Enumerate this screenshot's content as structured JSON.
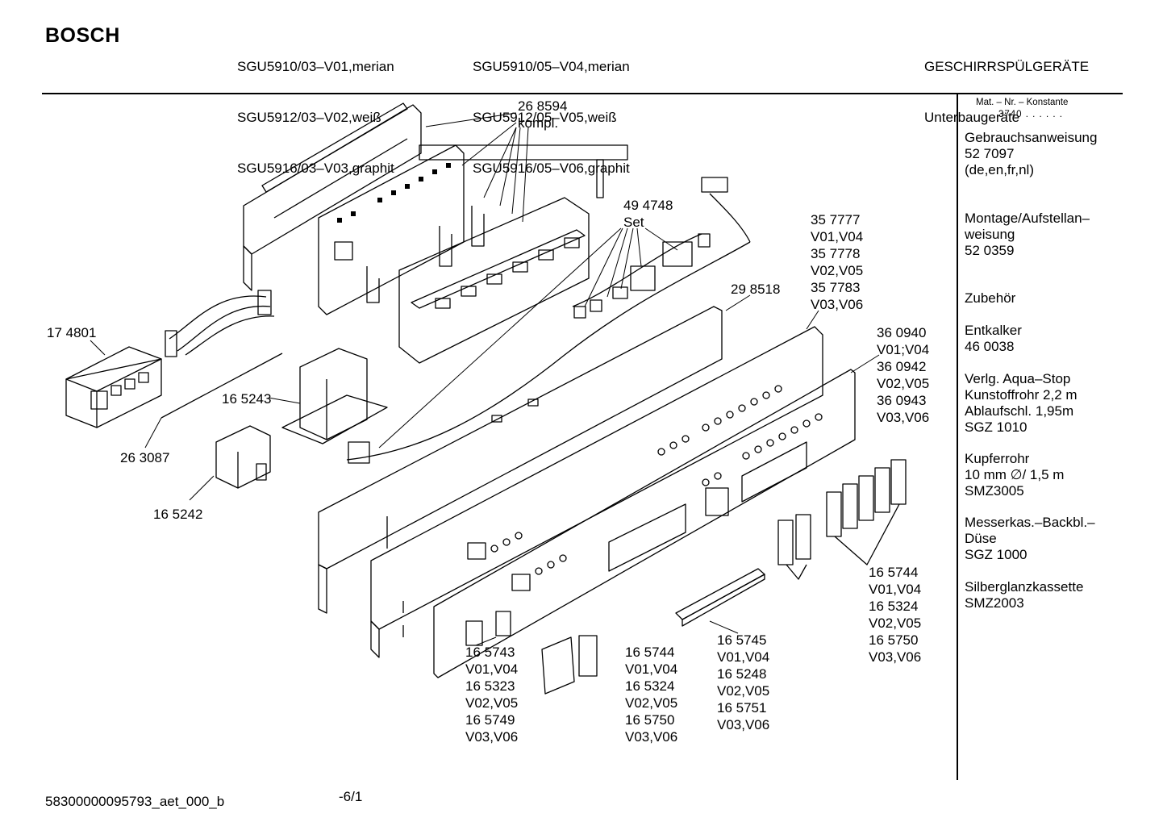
{
  "header": {
    "brand": "BOSCH",
    "models_col1": [
      "SGU5910/03–V01,merian",
      "SGU5912/03–V02,weiß",
      "SGU5916/03–V03,graphit"
    ],
    "models_col2": [
      "SGU5910/05–V04,merian",
      "SGU5912/05–V05,weiß",
      "SGU5916/05–V06,graphit"
    ],
    "category": "GESCHIRRSPÜLGERÄTE",
    "subcategory": "Unterbaugeräte"
  },
  "sidebar": {
    "konstante_label": "Mat. – Nr. – Konstante",
    "konstante_value": "3740 . . . . . .",
    "blocks": [
      [
        "Gebrauchsanweisung",
        "52 7097",
        "(de,en,fr,nl)"
      ],
      [
        "Montage/Aufstellan–",
        "weisung",
        "52 0359"
      ],
      [
        "Zubehör"
      ],
      [
        "Entkalker",
        "46 0038"
      ],
      [
        "Verlg. Aqua–Stop",
        "Kunstoffrohr 2,2 m",
        "Ablaufschl. 1,95m",
        "SGZ 1010"
      ],
      [
        "Kupferrohr",
        "10 mm ∅/ 1,5 m",
        "SMZ3005"
      ],
      [
        "Messerkas.–Backbl.–",
        "Düse",
        "SGZ 1000"
      ],
      [
        "Silberglanzkassette",
        "SMZ2003"
      ]
    ]
  },
  "parts": {
    "p268594": [
      "26 8594",
      "kompl."
    ],
    "p494748": [
      "49 4748",
      "Set"
    ],
    "p357777": [
      "35 7777",
      "V01,V04",
      "35 7778",
      "V02,V05",
      "35 7783",
      "V03,V06"
    ],
    "p298518": [
      "29 8518"
    ],
    "p360940": [
      "36 0940",
      "V01;V04",
      "36 0942",
      "V02,V05",
      "36 0943",
      "V03,V06"
    ],
    "p174801": [
      "17 4801"
    ],
    "p165243": [
      "16 5243"
    ],
    "p263087": [
      "26 3087"
    ],
    "p165242": [
      "16 5242"
    ],
    "p165744a": [
      "16 5744",
      "V01,V04",
      "16 5324",
      "V02,V05",
      "16 5750",
      "V03,V06"
    ],
    "p165743": [
      "16 5743",
      "V01,V04",
      "16 5323",
      "V02,V05",
      "16 5749",
      "V03,V06"
    ],
    "p165744b": [
      "16 5744",
      "V01,V04",
      "16 5324",
      "V02,V05",
      "16 5750",
      "V03,V06"
    ],
    "p165745": [
      "16 5745",
      "V01,V04",
      "16 5248",
      "V02,V05",
      "16 5751",
      "V03,V06"
    ]
  },
  "footer": {
    "doc_code": "58300000095793_aet_000_b",
    "page_ref": "-6/1"
  }
}
